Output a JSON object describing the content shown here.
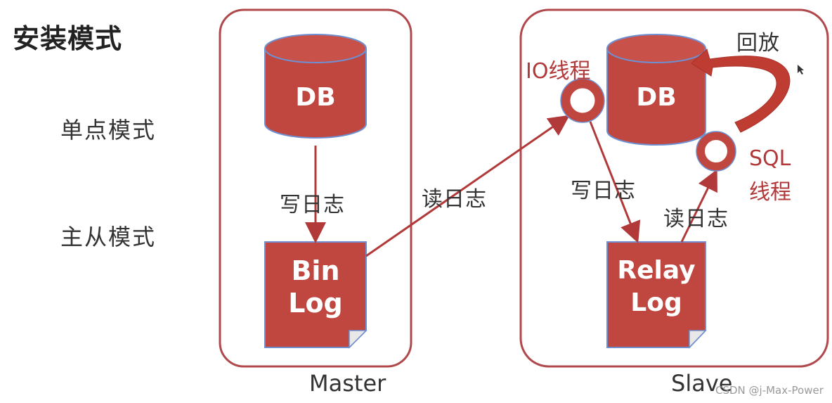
{
  "title": "安装模式",
  "modes": {
    "single": "单点模式",
    "master_slave": "主从模式"
  },
  "master": {
    "name": "Master",
    "db_label": "DB",
    "binlog_line1": "Bin",
    "binlog_line2": "Log",
    "write_log_label": "写日志"
  },
  "replication": {
    "read_log_label": "读日志"
  },
  "slave": {
    "name": "Slave",
    "db_label": "DB",
    "io_thread_label": "IO线程",
    "sql_thread_line1": "SQL",
    "sql_thread_line2": "线程",
    "replay_label": "回放",
    "write_log_label": "写日志",
    "read_log_label": "读日志",
    "relaylog_line1": "Relay",
    "relaylog_line2": "Log"
  },
  "watermark": "CSDN @j-Max-Power",
  "colors": {
    "shape_fill": "#c0473f",
    "panel_border": "#b0484c",
    "shape_edge": "#6f8fd0"
  },
  "icons": [
    "mouse-cursor-icon"
  ]
}
